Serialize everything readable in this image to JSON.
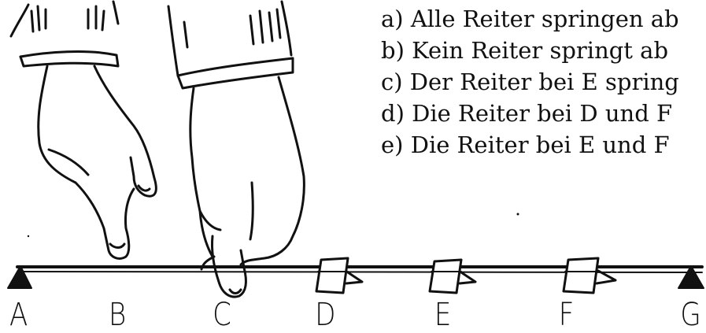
{
  "options": [
    "a) Alle Reiter springen ab",
    "b) Kein Reiter springt ab",
    "c) Der Reiter bei E spring",
    "d) Die Reiter bei D und F",
    "e) Die Reiter bei E und F"
  ],
  "points": [
    "A",
    "B",
    "C",
    "D",
    "E",
    "F",
    "G"
  ],
  "riders_at": [
    "D",
    "E",
    "F"
  ],
  "fingers_at": [
    "B",
    "C"
  ],
  "colors": {
    "ink": "#111111",
    "background": "#ffffff"
  }
}
